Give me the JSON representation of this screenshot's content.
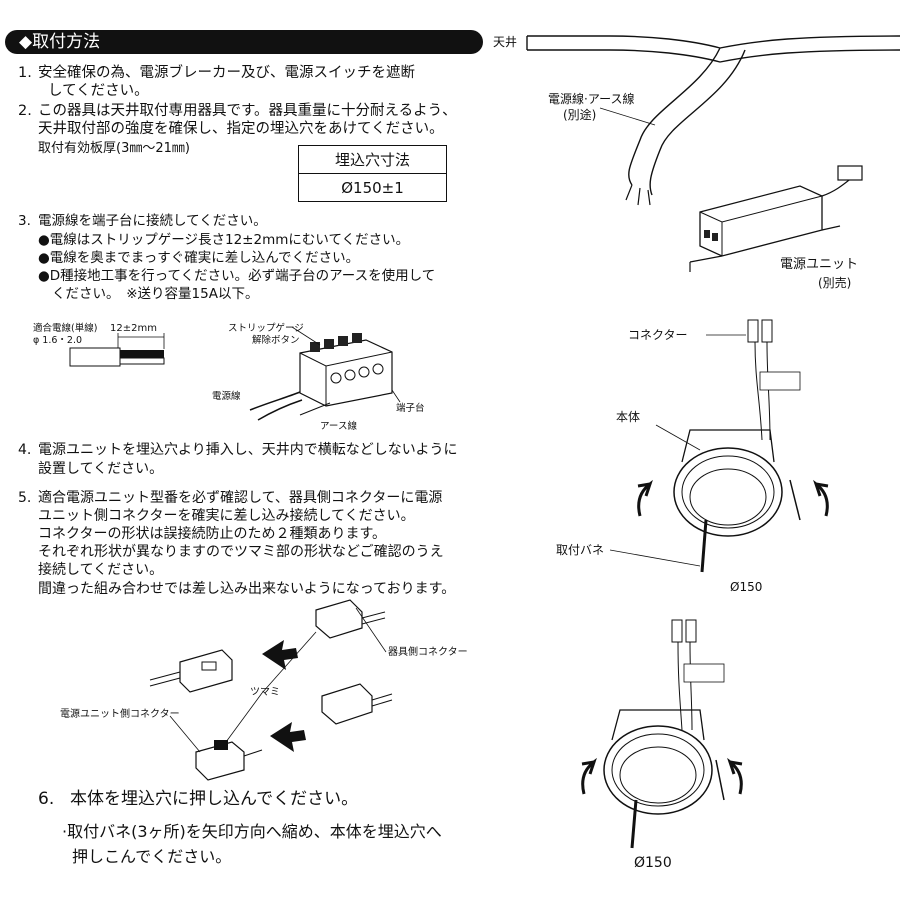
{
  "header": {
    "title": "◆取付方法"
  },
  "steps": {
    "s1": {
      "num": "1.",
      "line1": "安全確保の為、電源ブレーカー及び、電源スイッチを遮断",
      "line2": "してください。"
    },
    "s2": {
      "num": "2.",
      "line1": "この器具は天井取付専用器具です。器具重量に十分耐えるよう、",
      "line2": "天井取付部の強度を確保し、指定の埋込穴をあけてください。",
      "line3": "取付有効板厚(3㎜～21㎜)"
    },
    "s3": {
      "num": "3.",
      "line1": "電源線を端子台に接続してください。",
      "b1": "●電線はストリップゲージ長さ12±2mmにむいてください。",
      "b2": "●電線を奥までまっすぐ確実に差し込んでください。",
      "b3": "●D種接地工事を行ってください。必ず端子台のアースを使用して",
      "b3b": "ください。　※送り容量15A以下。"
    },
    "s4": {
      "num": "4.",
      "line1": "電源ユニットを埋込穴より挿入し、天井内で横転などしないように",
      "line2": "設置してください。"
    },
    "s5": {
      "num": "5.",
      "line1": "適合電源ユニット型番を必ず確認して、器具側コネクターに電源",
      "line2": "ユニット側コネクターを確実に差し込み接続してください。",
      "line3": "コネクターの形状は誤接続防止のため２種類あります。",
      "line4": "それぞれ形状が異なりますのでツマミ部の形状などご確認のうえ",
      "line5": "接続してください。",
      "line6": "間違った組み合わせでは差し込み出来ないようになっております。"
    },
    "s6": {
      "num": "6.",
      "line1": "本体を埋込穴に押し込んでください。",
      "line2": "·取付バネ(3ヶ所)を矢印方向へ縮め、本体を埋込穴へ",
      "line3": "押しこんでください。"
    }
  },
  "spec_table": {
    "header": "埋込穴寸法",
    "value": "Ø150±1"
  },
  "wire_diagram": {
    "wire_type": "適合電線(単線)",
    "wire_size": "φ 1.6・2.0",
    "strip_length": "12±2mm",
    "strip_gauge": "ストリップゲージ",
    "release_button": "解除ボタン",
    "power_wire": "電源線",
    "terminal": "端子台",
    "earth_wire": "アース線"
  },
  "connector_diagram": {
    "fixture_connector": "器具側コネクター",
    "knob": "ツマミ",
    "unit_connector": "電源ユニット側コネクター"
  },
  "right_diagram": {
    "ceiling": "天井",
    "cable_label": "電源線·アース線",
    "cable_note": "(別途)",
    "unit_label": "電源ユニット",
    "unit_note": "(別売)",
    "connector_label": "コネクター",
    "body_label": "本体",
    "spring_label": "取付バネ",
    "diameter_top": "Ø150",
    "diameter_bottom": "Ø150"
  }
}
